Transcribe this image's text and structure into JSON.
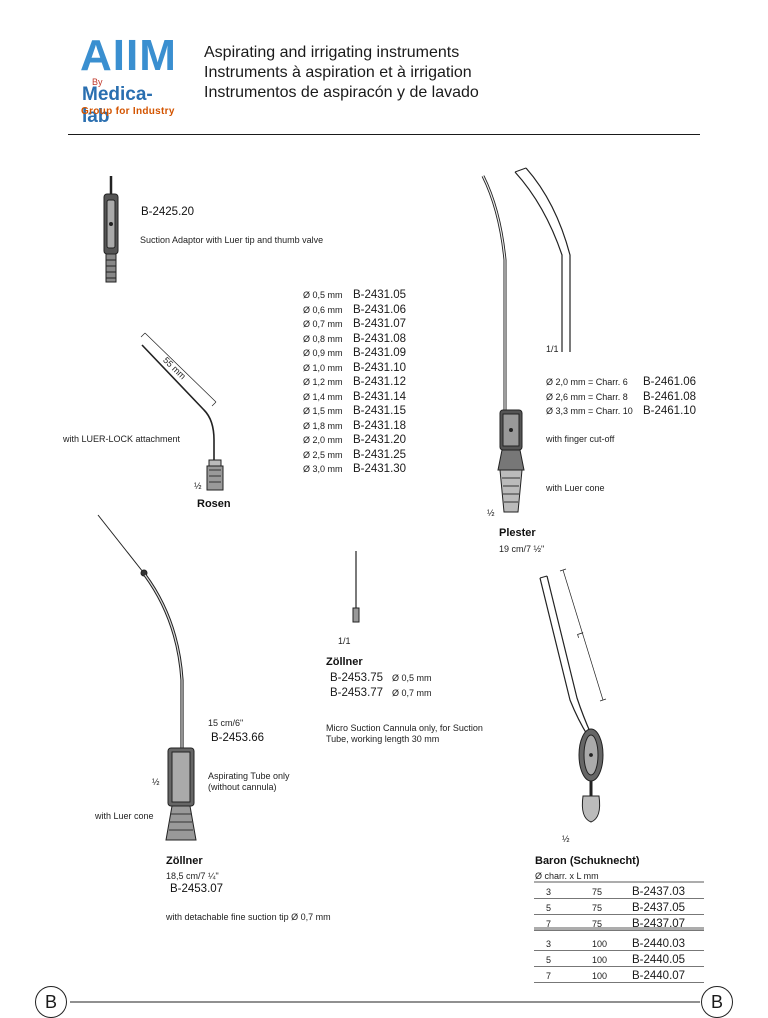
{
  "logo": {
    "brand": "AIIM",
    "by": "By",
    "sub": "Medica-lab",
    "tagline": "Group for Industry"
  },
  "header": {
    "line1": "Aspirating and irrigating instruments",
    "line2": "Instruments à aspiration et à irrigation",
    "line3": "Instrumentos de aspiracón y de lavado"
  },
  "adaptor": {
    "code": "B-2425.20",
    "desc": "Suction Adaptor with Luer tip and thumb valve"
  },
  "rosen": {
    "dimension": "55 mm",
    "attachment": "with LUER-LOCK attachment",
    "scale": "½",
    "name": "Rosen",
    "items": [
      {
        "size": "Ø 0,5 mm",
        "code": "B-2431.05"
      },
      {
        "size": "Ø 0,6 mm",
        "code": "B-2431.06"
      },
      {
        "size": "Ø 0,7 mm",
        "code": "B-2431.07"
      },
      {
        "size": "Ø 0,8 mm",
        "code": "B-2431.08"
      },
      {
        "size": "Ø 0,9 mm",
        "code": "B-2431.09"
      },
      {
        "size": "Ø 1,0 mm",
        "code": "B-2431.10"
      },
      {
        "size": "Ø 1,2 mm",
        "code": "B-2431.12"
      },
      {
        "size": "Ø 1,4 mm",
        "code": "B-2431.14"
      },
      {
        "size": "Ø 1,5 mm",
        "code": "B-2431.15"
      },
      {
        "size": "Ø 1,8 mm",
        "code": "B-2431.18"
      },
      {
        "size": "Ø 2,0 mm",
        "code": "B-2431.20"
      },
      {
        "size": "Ø 2,5 mm",
        "code": "B-2431.25"
      },
      {
        "size": "Ø 3,0 mm",
        "code": "B-2431.30"
      }
    ]
  },
  "plester": {
    "scale_top": "1/1",
    "items": [
      {
        "size": "Ø 2,0 mm = Charr.  6",
        "code": "B-2461.06"
      },
      {
        "size": "Ø 2,6 mm = Charr.  8",
        "code": "B-2461.08"
      },
      {
        "size": "Ø 3,3 mm = Charr. 10",
        "code": "B-2461.10"
      }
    ],
    "finger": "with finger cut-off",
    "luer": "with Luer cone",
    "scale": "½",
    "name": "Plester",
    "length": "19 cm/7 ½\""
  },
  "zoellner_large": {
    "length_a": "15 cm/6\"",
    "code_a": "B-2453.66",
    "tube_line1": "Aspirating Tube only",
    "tube_line2": "(without cannula)",
    "scale": "½",
    "luer": "with Luer cone",
    "name": "Zöllner",
    "length_b": "18,5 cm/7 ¼\"",
    "code_b": "B-2453.07",
    "tip": "with detachable fine suction tip Ø 0,7 mm"
  },
  "zoellner_micro": {
    "scale": "1/1",
    "name": "Zöllner",
    "items": [
      {
        "code": "B-2453.75",
        "size": "Ø 0,5 mm"
      },
      {
        "code": "B-2453.77",
        "size": "Ø 0,7 mm"
      }
    ],
    "desc_line1": "Micro Suction Cannula only, for Suction",
    "desc_line2": "Tube, working length 30 mm"
  },
  "baron": {
    "dimension": "L",
    "scale": "½",
    "name": "Baron (Schuknecht)",
    "col_header": "Ø charr. x L mm",
    "group1": [
      {
        "charr": "3",
        "len": "75",
        "code": "B-2437.03"
      },
      {
        "charr": "5",
        "len": "75",
        "code": "B-2437.05"
      },
      {
        "charr": "7",
        "len": "75",
        "code": "B-2437.07"
      }
    ],
    "group2": [
      {
        "charr": "3",
        "len": "100",
        "code": "B-2440.03"
      },
      {
        "charr": "5",
        "len": "100",
        "code": "B-2440.05"
      },
      {
        "charr": "7",
        "len": "100",
        "code": "B-2440.07"
      }
    ]
  },
  "footer": {
    "left": "B",
    "right": "B"
  }
}
